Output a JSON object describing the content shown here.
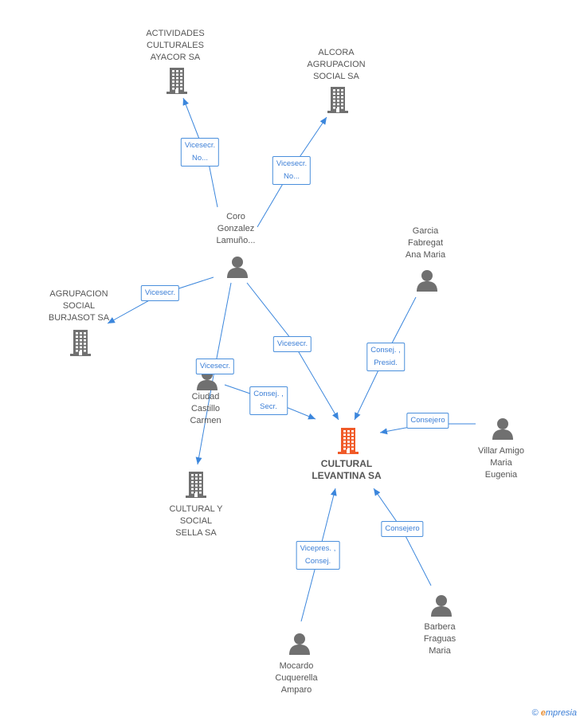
{
  "colors": {
    "edge": "#3b86dc",
    "icon_gray": "#707070",
    "icon_main": "#f05a28",
    "label_border": "#4a8fdc",
    "label_text": "#3b7ed6"
  },
  "nodes": [
    {
      "id": "actividades",
      "type": "company",
      "label": "ACTIVIDADES\nCULTURALES\nAYACOR SA"
    },
    {
      "id": "alcora",
      "type": "company",
      "label": "ALCORA\nAGRUPACION\nSOCIAL SA"
    },
    {
      "id": "coro",
      "type": "person",
      "label": "Coro\nGonzalez\nLamuño..."
    },
    {
      "id": "garcia",
      "type": "person",
      "label": "Garcia\nFabregat\nAna Maria"
    },
    {
      "id": "agrupacion",
      "type": "company",
      "label": "AGRUPACION\nSOCIAL\nBURJASOT SA"
    },
    {
      "id": "ciudad",
      "type": "person",
      "label": "Ciudad\nCastillo\nCarmen"
    },
    {
      "id": "cultural",
      "type": "company",
      "label": "CULTURAL\nLEVANTINA SA",
      "main": true
    },
    {
      "id": "villar",
      "type": "person",
      "label": "Villar Amigo\nMaria\nEugenia"
    },
    {
      "id": "sella",
      "type": "company",
      "label": "CULTURAL Y\nSOCIAL\nSELLA SA"
    },
    {
      "id": "barbera",
      "type": "person",
      "label": "Barbera\nFraguas\nMaria"
    },
    {
      "id": "mocardo",
      "type": "person",
      "label": "Mocardo\nCuquerella\nAmparo"
    }
  ],
  "edges": [
    {
      "from": "coro",
      "to": "actividades",
      "label": "Vicesecr.\nNo..."
    },
    {
      "from": "coro",
      "to": "alcora",
      "label": "Vicesecr.\nNo..."
    },
    {
      "from": "coro",
      "to": "agrupacion",
      "label": "Vicesecr."
    },
    {
      "from": "coro",
      "to": "cultural",
      "label": "Vicesecr."
    },
    {
      "from": "coro",
      "to": "sella",
      "label": "Vicesecr."
    },
    {
      "from": "ciudad",
      "to": "cultural",
      "label": "Consej. ,\nSecr."
    },
    {
      "from": "garcia",
      "to": "cultural",
      "label": "Consej. ,\nPresid."
    },
    {
      "from": "villar",
      "to": "cultural",
      "label": "Consejero"
    },
    {
      "from": "barbera",
      "to": "cultural",
      "label": "Consejero"
    },
    {
      "from": "mocardo",
      "to": "cultural",
      "label": "Vicepres. ,\nConsej."
    }
  ],
  "brand": {
    "copyright": "©",
    "e": "e",
    "rest": "mpresia"
  }
}
